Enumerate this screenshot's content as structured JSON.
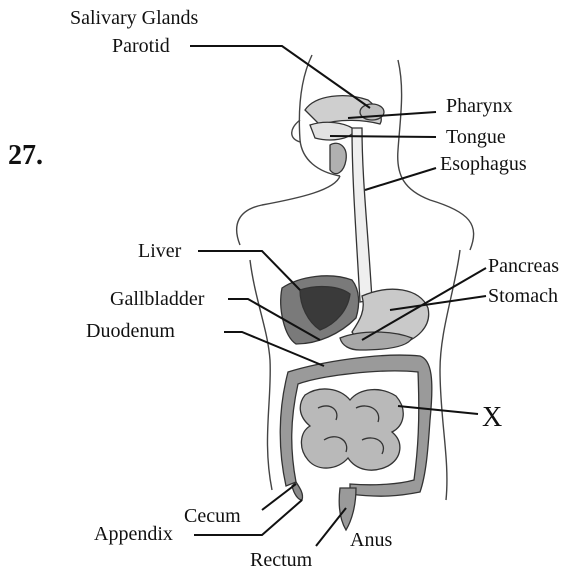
{
  "question_number": "27.",
  "labels": {
    "salivary_glands": "Salivary Glands",
    "parotid": "Parotid",
    "pharynx": "Pharynx",
    "tongue": "Tongue",
    "esophagus": "Esophagus",
    "liver": "Liver",
    "pancreas": "Pancreas",
    "stomach": "Stomach",
    "gallbladder": "Gallbladder",
    "duodenum": "Duodenum",
    "x_marker": "X",
    "cecum": "Cecum",
    "appendix": "Appendix",
    "anus": "Anus",
    "rectum": "Rectum"
  },
  "colors": {
    "liver": "#7a7a7a",
    "liver_dark": "#3a3a3a",
    "stomach": "#c9c9c9",
    "intestine": "#9a9a9a",
    "outline": "#444444"
  }
}
